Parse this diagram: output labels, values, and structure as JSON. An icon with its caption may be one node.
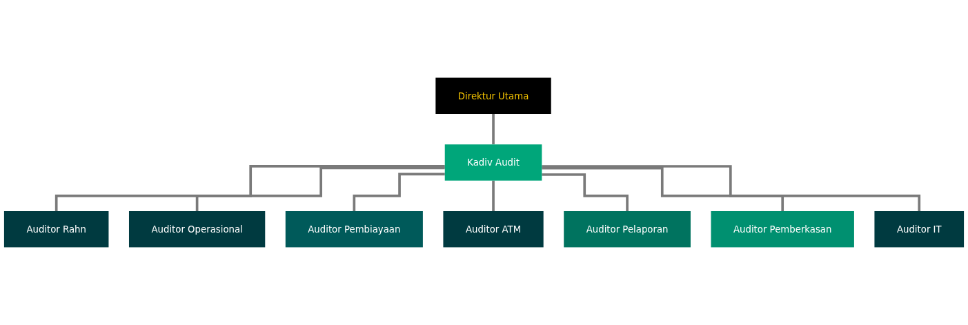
{
  "diagram": {
    "nodes": [
      {
        "text": [
          "Direktur Utama"
        ]
      },
      {
        "text": [
          "Kadiv Audit"
        ]
      },
      {
        "text": [
          "Auditor Rahn"
        ]
      },
      {
        "text": [
          "Auditor Operasional"
        ]
      },
      {
        "text": [
          "Auditor Pembiayaan"
        ]
      },
      {
        "text": [
          "Auditor ATM"
        ]
      },
      {
        "text": [
          "Auditor Pelaporan"
        ]
      },
      {
        "text": [
          "Auditor Pemberkasan"
        ]
      },
      {
        "text": [
          "Auditor IT"
        ]
      }
    ],
    "edges": [
      {
        "from": 0,
        "to": 1,
        "arrow": "none"
      },
      {
        "from": 1,
        "to": 2,
        "arrow": "none"
      },
      {
        "from": 1,
        "to": 3,
        "arrow": "none"
      },
      {
        "from": 1,
        "to": 4,
        "arrow": "none"
      },
      {
        "from": 1,
        "to": 5,
        "arrow": "none"
      },
      {
        "from": 1,
        "to": 6,
        "arrow": "none"
      },
      {
        "from": 1,
        "to": 7,
        "arrow": "none"
      },
      {
        "from": 1,
        "to": 8,
        "arrow": "none"
      }
    ]
  }
}
